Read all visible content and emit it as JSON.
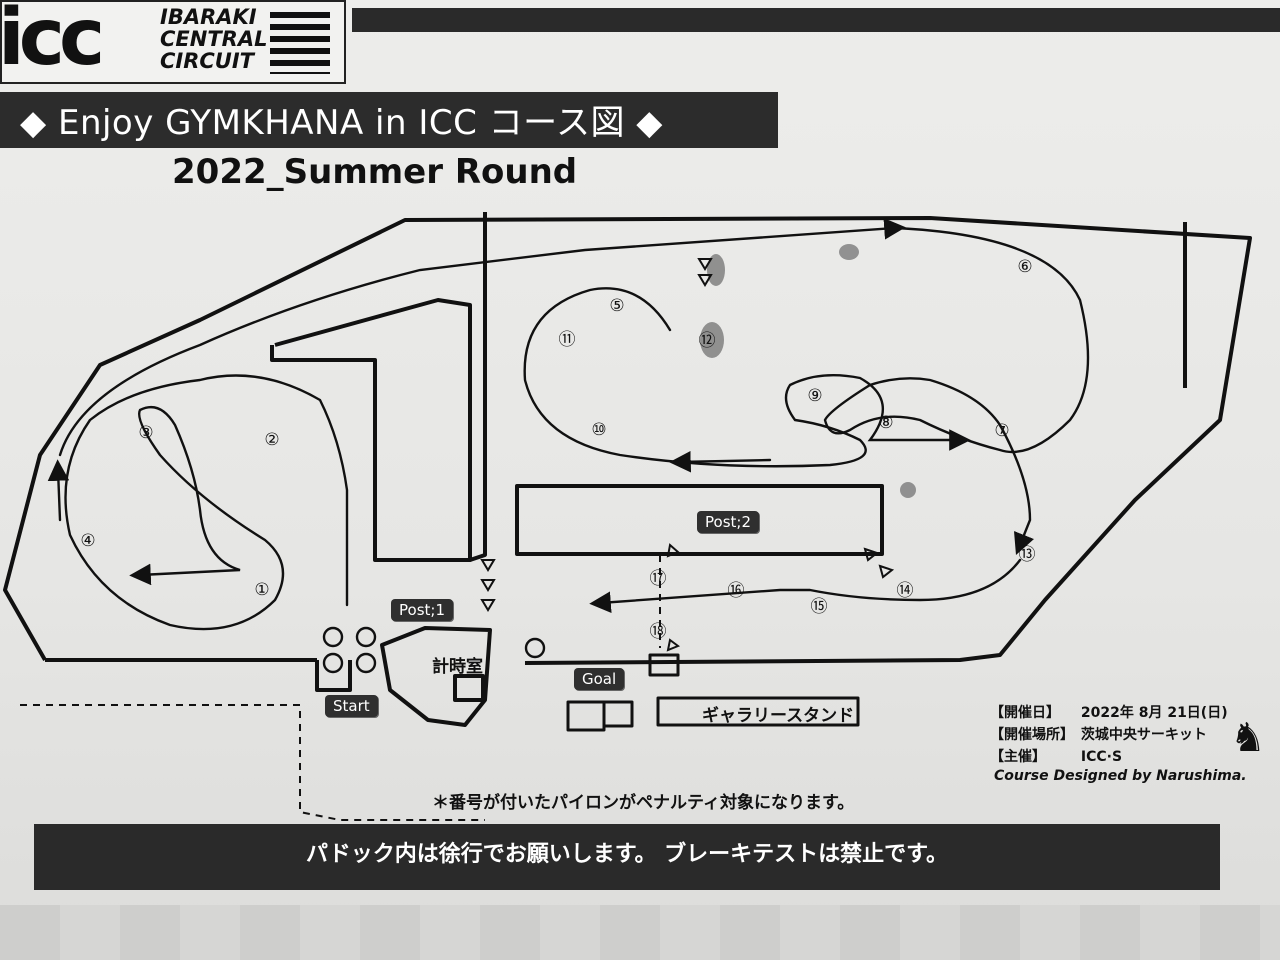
{
  "header": {
    "logo_mark": "icc",
    "logo_lines": [
      "IBARAKI",
      "CENTRAL",
      "CIRCUIT"
    ],
    "title": "◆ Enjoy GYMKHANA in ICC コース図 ◆",
    "subtitle": "2022_Summer Round"
  },
  "map": {
    "pylon_numbers": [
      "①",
      "②",
      "③",
      "④",
      "⑤",
      "⑥",
      "⑦",
      "⑧",
      "⑨",
      "⑩",
      "⑪",
      "⑫",
      "⑬",
      "⑭",
      "⑮",
      "⑯",
      "⑰",
      "⑱"
    ],
    "posts": {
      "post1": "Post;1",
      "post2": "Post;2"
    },
    "start_label": "Start",
    "goal_label": "Goal",
    "timing_room": "計時室",
    "gallery_stand": "ギャラリースタンド"
  },
  "info": {
    "date_key": "【開催日】",
    "date_val": "2022年 8月 21日(日)",
    "venue_key": "【開催場所】",
    "venue_val": "茨城中央サーキット",
    "organizer_key": "【主催】",
    "organizer_val": "ICC·S",
    "credit": "Course Designed by Narushima."
  },
  "note": "＊番号が付いたパイロンがペナルティ対象になります。",
  "footer": "パドック内は徐行でお願いします。 ブレーキテストは禁止です。",
  "colors": {
    "ink": "#111111",
    "bar": "#2a2a2a",
    "paper": "#ececea"
  }
}
